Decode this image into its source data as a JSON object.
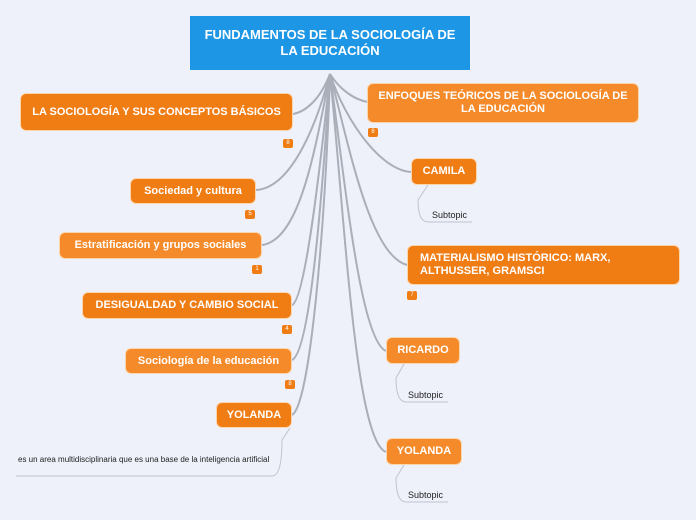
{
  "root": {
    "title": "FUNDAMENTOS DE LA SOCIOLOGÍA DE LA EDUCACIÓN"
  },
  "left_topics": [
    {
      "label": "LA SOCIOLOGÍA Y SUS CONCEPTOS BÁSICOS",
      "count": "8"
    },
    {
      "label": "Sociedad y cultura",
      "count": "5"
    },
    {
      "label": "Estratificación y grupos sociales",
      "count": "1"
    },
    {
      "label": "DESIGUALDAD Y CAMBIO SOCIAL",
      "count": "4"
    },
    {
      "label": "Sociología de la educación",
      "count": "8"
    },
    {
      "label": "YOLANDA",
      "note": "es un area multidisciplinaria que es una base de la inteligencia artificial"
    }
  ],
  "right_topics": [
    {
      "label": "ENFOQUES TEÓRICOS DE LA SOCIOLOGÍA DE LA EDUCACIÓN",
      "count": "8"
    },
    {
      "label": "CAMILA",
      "subtopic": "Subtopic"
    },
    {
      "label": "MATERIALISMO HISTÓRICO: MARX, ALTHUSSER, GRAMSCI",
      "count": "7"
    },
    {
      "label": "RICARDO",
      "subtopic": "Subtopic"
    },
    {
      "label": "YOLANDA",
      "subtopic": "Subtopic"
    }
  ],
  "colors": {
    "root": "#1e96e6",
    "topic": "#f07c14",
    "connector": "#a9aeb8",
    "background": "#eef1fa"
  }
}
